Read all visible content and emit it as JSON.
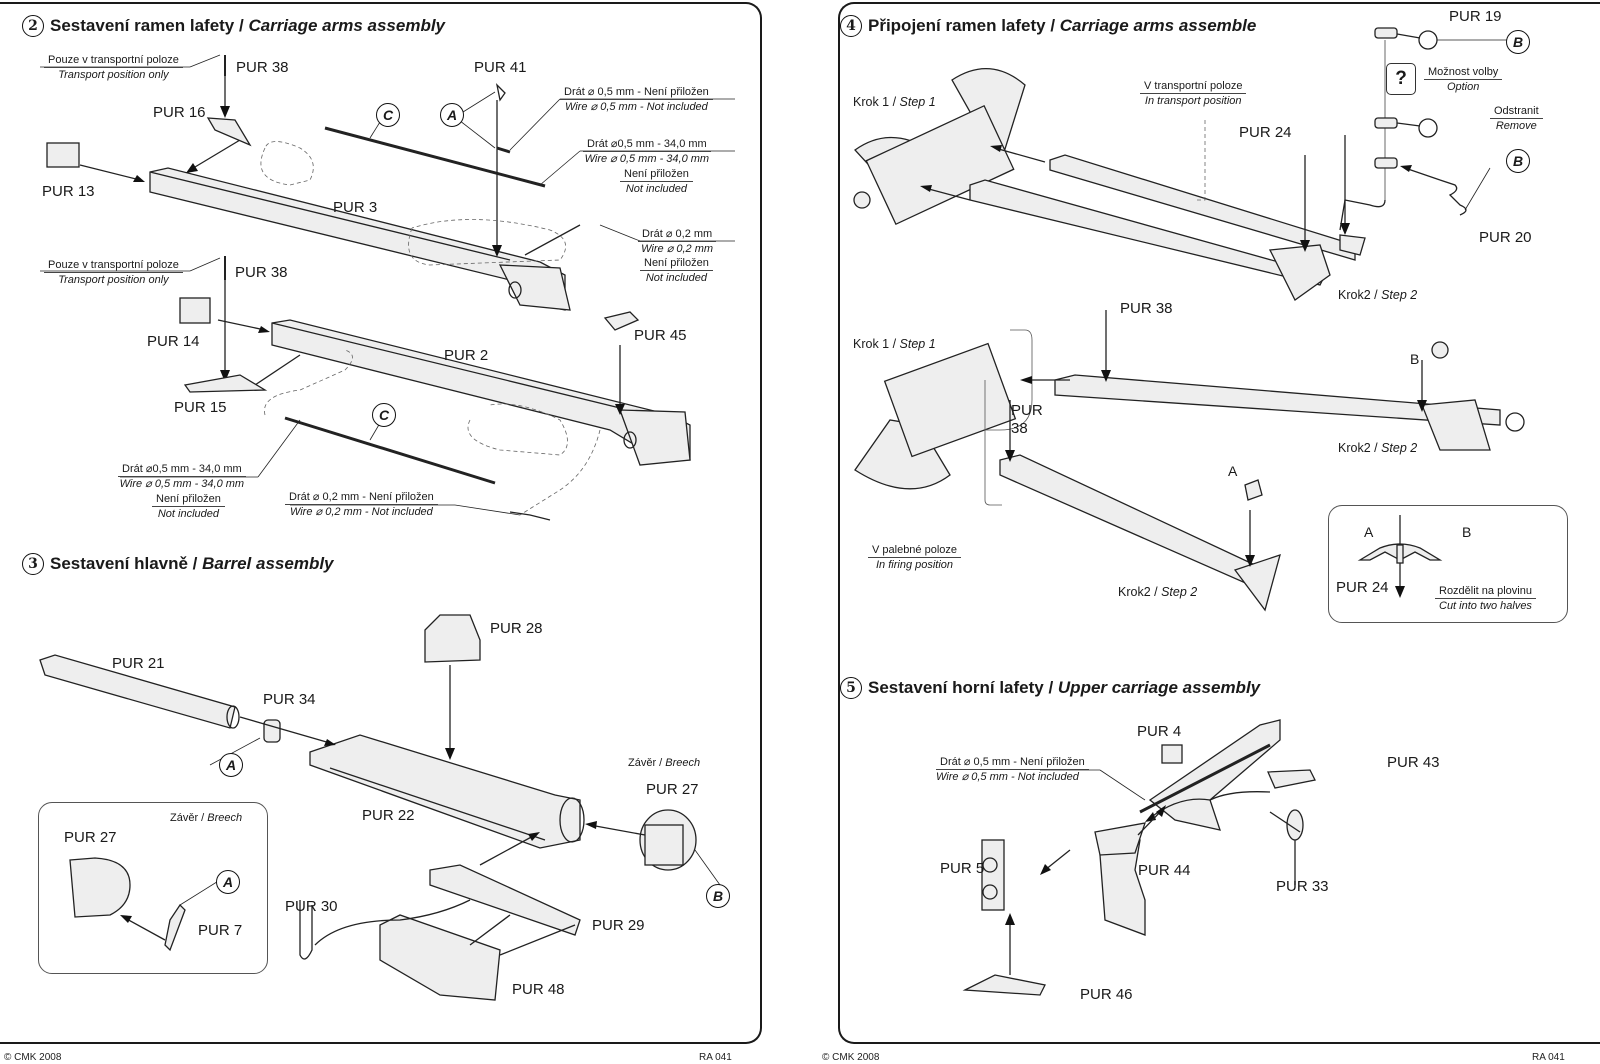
{
  "left_page": {
    "section2": {
      "number": "2",
      "title_cz": "Sestavení ramen lafety / ",
      "title_en": "Carriage arms assembly",
      "parts": [
        "PUR 38",
        "PUR 16",
        "PUR 13",
        "PUR 41",
        "PUR 3",
        "PUR 38",
        "PUR 14",
        "PUR 15",
        "PUR 2",
        "PUR 45"
      ],
      "notes": [
        {
          "cz": "Pouze v transportní poloze",
          "en": "Transport position only"
        },
        {
          "cz": "Drát ⌀ 0,5 mm  - Není přiložen",
          "en": "Wire ⌀ 0,5 mm - Not included"
        },
        {
          "cz": "Drát  ⌀0,5 mm - 34,0 mm",
          "en": "Wire ⌀ 0,5 mm - 34,0 mm"
        },
        {
          "cz": "Není přiložen",
          "en": "Not included"
        },
        {
          "cz": "Drát ⌀ 0,2 mm",
          "en": "Wire ⌀  0,2 mm"
        },
        {
          "cz": "Není přiložen",
          "en": "Not included"
        },
        {
          "cz": "Pouze v transportní poloze",
          "en": "Transport position only"
        },
        {
          "cz": "Drát  ⌀0,5 mm - 34,0 mm",
          "en": "Wire ⌀ 0,5 mm - 34,0 mm"
        },
        {
          "cz": "Není přiložen",
          "en": "Not included"
        },
        {
          "cz": "Drát ⌀ 0,2 mm  - Není přiložen",
          "en": "Wire ⌀  0,2 mm - Not included"
        }
      ],
      "badges": [
        "C",
        "A",
        "C"
      ]
    },
    "section3": {
      "number": "3",
      "title_cz": "Sestavení hlavně / ",
      "title_en": "Barrel assembly",
      "parts": [
        "PUR 21",
        "PUR 34",
        "PUR 28",
        "PUR 22",
        "PUR 27",
        "PUR 30",
        "PUR 29",
        "PUR 48",
        "PUR 27",
        "PUR 7"
      ],
      "breech": {
        "cz": "Závěr / ",
        "en": "Breech"
      },
      "badges": [
        "A",
        "B",
        "A"
      ]
    },
    "footer": {
      "copyright": "©  CMK 2008",
      "code": "RA 041"
    }
  },
  "right_page": {
    "section4": {
      "number": "4",
      "title_cz": "Připojení ramen lafety / ",
      "title_en": "Carriage arms assemble",
      "parts": [
        "PUR 19",
        "PUR 24",
        "PUR 20",
        "PUR 38",
        "PUR 38",
        "PUR 24"
      ],
      "pur38b": [
        "PUR",
        "38"
      ],
      "steps": [
        {
          "cz": "Krok 1 / ",
          "en": "Step 1"
        },
        {
          "cz": "Krok2 / ",
          "en": "Step 2"
        },
        {
          "cz": "Krok 1 / ",
          "en": "Step 1"
        },
        {
          "cz": "Krok2 / ",
          "en": "Step 2"
        },
        {
          "cz": "Krok2 / ",
          "en": "Step 2"
        }
      ],
      "notes": [
        {
          "cz": "V transportní poloze",
          "en": "In transport position"
        },
        {
          "cz": "Možnost volby",
          "en": "Option"
        },
        {
          "cz": "Odstranit",
          "en": "Remove"
        },
        {
          "cz": "V palebné poloze",
          "en": "In firing position"
        },
        {
          "cz": "Rozdělit na plovinu",
          "en": "Cut into two halves"
        }
      ],
      "option_icon": "?",
      "letters": [
        "A",
        "B",
        "A",
        "B"
      ],
      "badges": [
        "B",
        "B"
      ]
    },
    "section5": {
      "number": "5",
      "title_cz": "Sestavení horní  lafety / ",
      "title_en": "Upper  carriage assembly",
      "parts": [
        "PUR 4",
        "PUR 43",
        "PUR 5",
        "PUR 44",
        "PUR 33",
        "PUR 46"
      ],
      "note": {
        "cz": "Drát ⌀ 0,5 mm  - Není přiložen",
        "en": "Wire ⌀  0,5 mm - Not included"
      }
    },
    "footer": {
      "copyright": "©  CMK 2008",
      "code": "RA 041"
    }
  }
}
